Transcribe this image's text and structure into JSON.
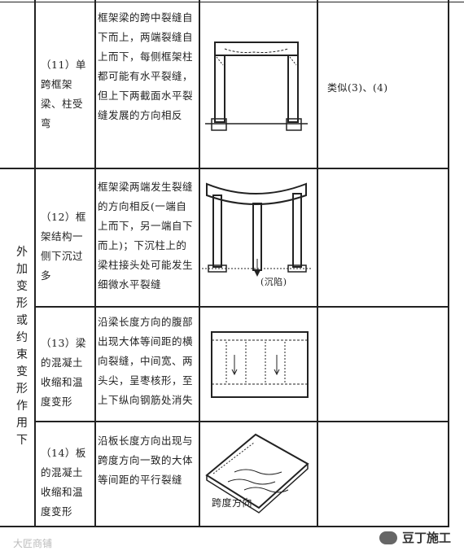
{
  "table": {
    "category": "外加变形或约束变形作用下",
    "rows": [
      {
        "case": "（11）单跨框架梁、柱受弯",
        "description": "框架梁的跨中裂缝自下而上，两端裂缝自上而下，每侧框架柱都可能有水平裂缝，但上下两截面水平裂缝发展的方向相反",
        "remark": "类似(3)、(4)"
      },
      {
        "case": "（12）框架结构一侧下沉过多",
        "description": "框架梁两端发生裂缝的方向相反(一端自上而下，另一端自下而上)；下沉柱上的梁柱接头处可能发生细微水平裂缝",
        "remark": "",
        "figure_label": "(沉陷)"
      },
      {
        "case": "（13）梁的混凝土收缩和温度变形",
        "description": "沿梁长度方向的腹部出现大体等间距的横向裂缝，中间宽、两头尖，呈枣核形，至上下纵向钢筋处消失",
        "remark": ""
      },
      {
        "case": "（14）板的混凝土收缩和温度变形",
        "description": "沿板长度方向出现与跨度方向一致的大体等间距的平行裂缝",
        "remark": "",
        "figure_label": "跨度方向"
      }
    ]
  },
  "watermark_left": "大匠商铺",
  "watermark_right": "豆丁施工"
}
